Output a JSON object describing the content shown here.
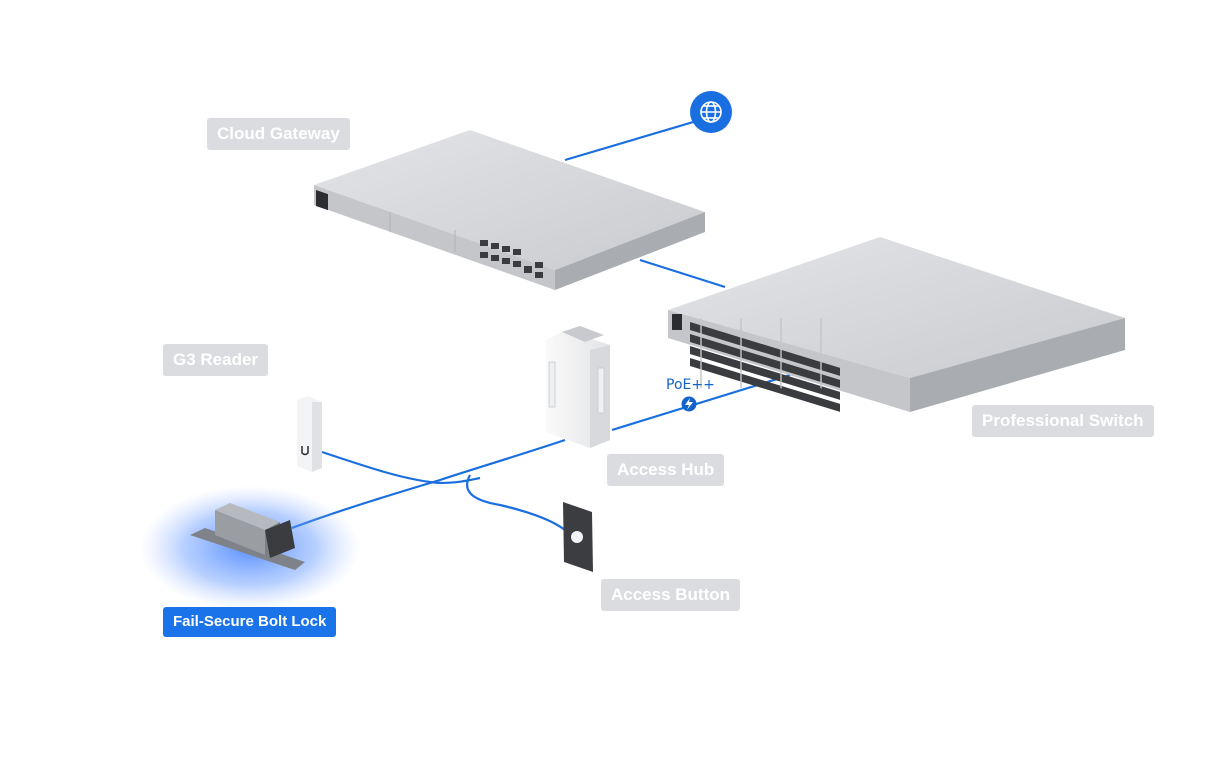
{
  "labels": {
    "cloud_gateway": "Cloud Gateway",
    "g3_reader": "G3 Reader",
    "professional_switch": "Professional Switch",
    "access_hub": "Access Hub",
    "access_button": "Access Button",
    "fail_secure_bolt_lock": "Fail-Secure Bolt Lock",
    "poe": "PoE++"
  },
  "colors": {
    "link": "#1a6fe0",
    "label_bg": "#dadcdf",
    "label_active_bg": "#1a73e8",
    "device_light": "#d4d6da",
    "device_mid": "#b7babf"
  },
  "icons": [
    "globe-icon",
    "lightning-icon"
  ]
}
